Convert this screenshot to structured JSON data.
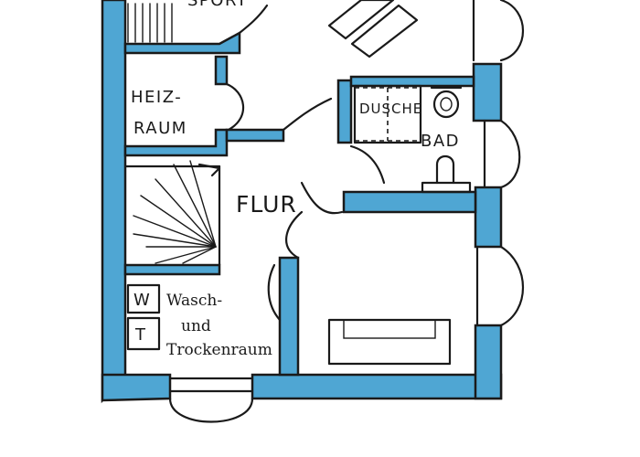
{
  "rooms": {
    "top_cut": "SPORT",
    "heizraum_line1": "HEIZ-",
    "heizraum_line2": "RAUM",
    "dusche": "DUSCHE",
    "bad": "BAD",
    "flur": "FLUR",
    "wasch_line1": "Wasch-",
    "wasch_line2": "und",
    "wasch_line3": "Trockenraum"
  },
  "appliances": {
    "washer": "W",
    "dryer": "T"
  },
  "colors": {
    "wall_fill": "#4fa6d3",
    "ink": "#1a1a1a",
    "paper": "#ffffff"
  }
}
